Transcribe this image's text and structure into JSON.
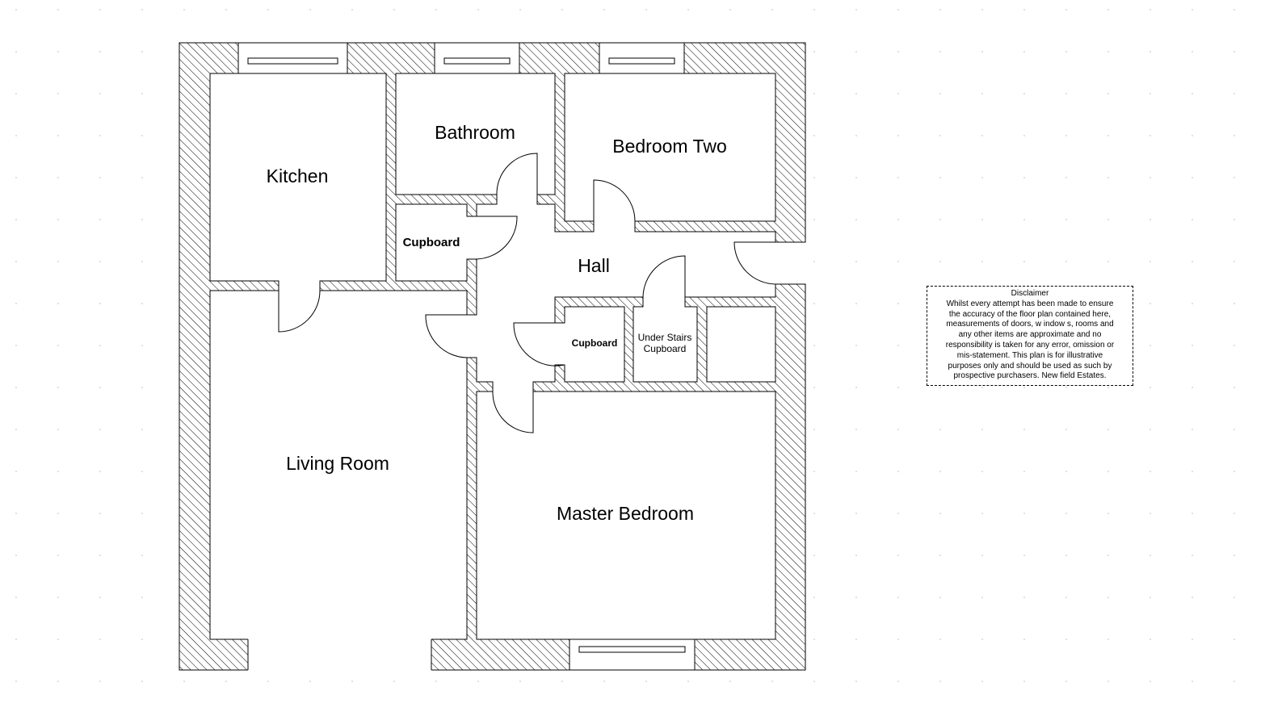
{
  "rooms": {
    "kitchen": "Kitchen",
    "bathroom": "Bathroom",
    "bedroom_two": "Bedroom Two",
    "cupboard_1": "Cupboard",
    "hall": "Hall",
    "cupboard_2": "Cupboard",
    "under_stairs_1": "Under Stairs",
    "under_stairs_2": "Cupboard",
    "living_room": "Living Room",
    "master_bedroom": "Master Bedroom"
  },
  "disclaimer": {
    "title": "Disclaimer",
    "lines": [
      "Whilst every attempt has been made to ensure",
      "the accuracy of the floor plan contained here,",
      "measurements of doors, w indow s, rooms and",
      "any other items are approximate and no",
      "responsibility is taken for any error, omission or",
      "mis-statement. This plan is for illustrative",
      "purposes only and should be used as such by",
      "prospective purchasers. New field Estates."
    ]
  }
}
